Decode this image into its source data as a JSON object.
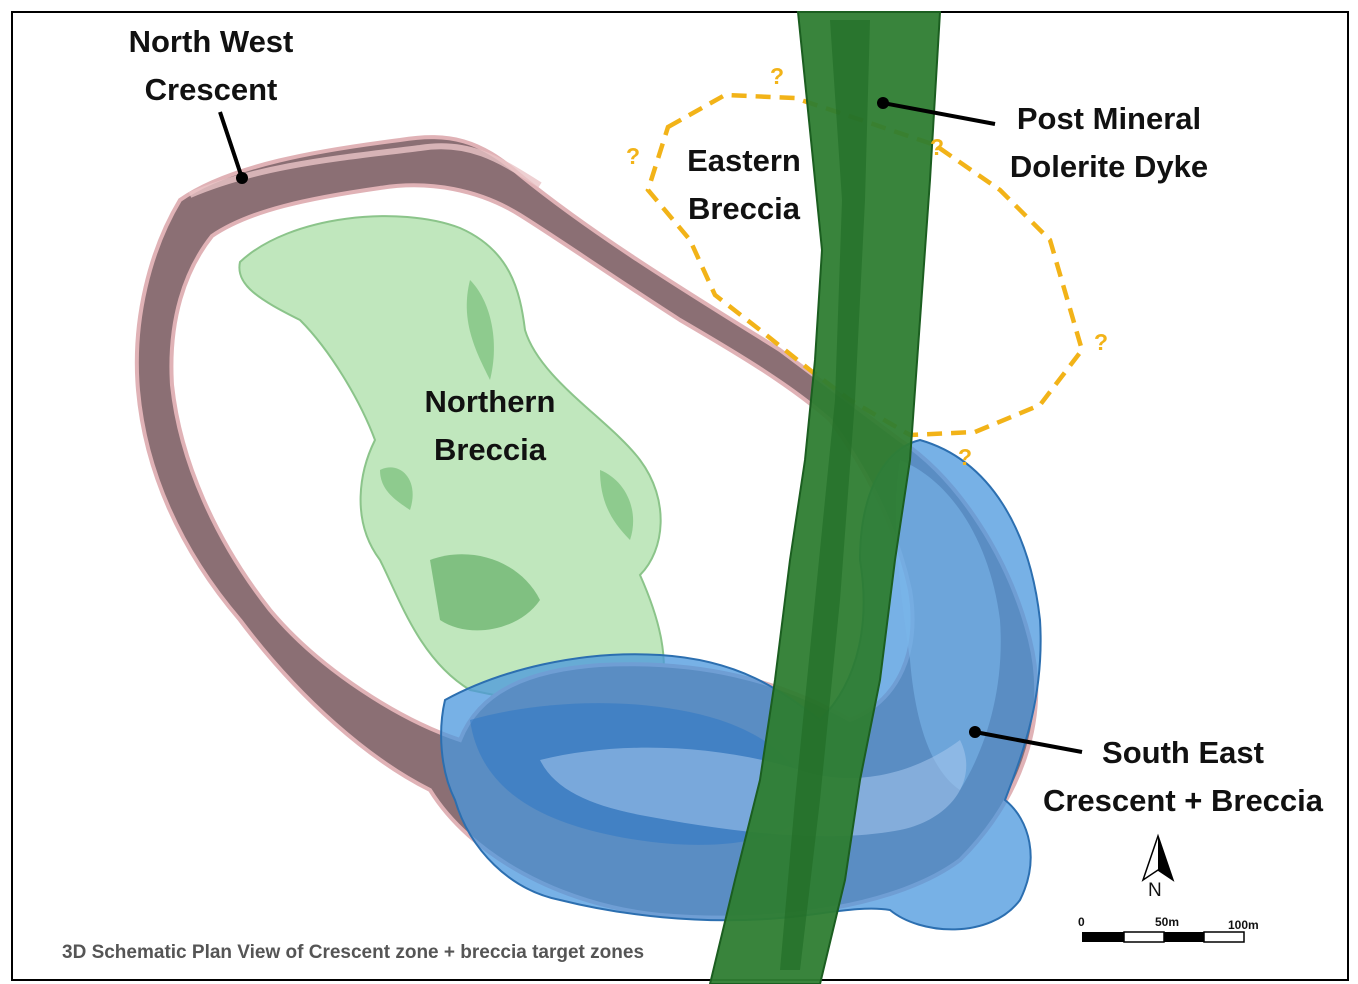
{
  "labels": {
    "north_west_crescent": [
      "North West",
      "Crescent"
    ],
    "northern_breccia": [
      "Northern",
      "Breccia"
    ],
    "eastern_breccia": [
      "Eastern",
      "Breccia"
    ],
    "post_mineral_dyke": [
      "Post Mineral",
      "Dolerite Dyke"
    ],
    "south_east_crescent": [
      "South East",
      "Crescent + Breccia"
    ]
  },
  "uncertainty_marker": "?",
  "caption": "3D Schematic Plan View of Crescent zone + breccia target zones",
  "north_arrow": {
    "label": "N",
    "icon": "north-arrow-icon"
  },
  "scale_bar": {
    "labels": [
      "0",
      "50m",
      "100m"
    ]
  },
  "colors": {
    "crescent": "#8c6e72",
    "crescent_rim": "#d9a9ad",
    "northern_breccia": "#a8dca8",
    "dyke": "#2e7d32",
    "south_east": "#3d8fd6",
    "eastern_outline": "#f2b318"
  }
}
